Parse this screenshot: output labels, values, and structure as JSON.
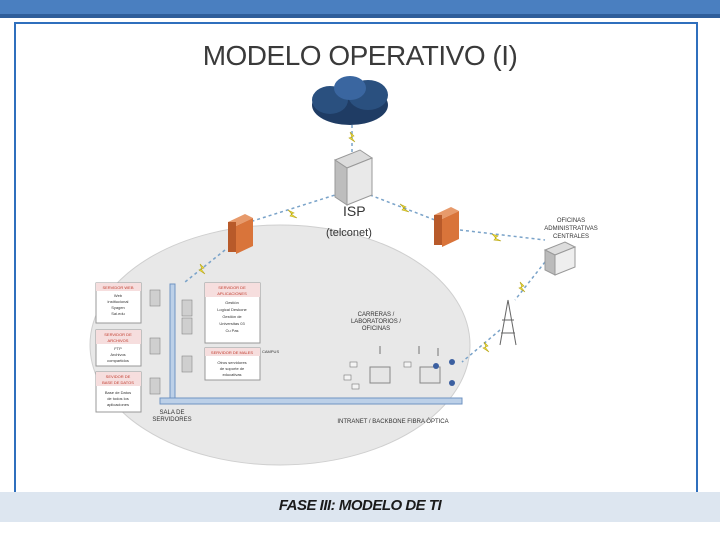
{
  "title": "MODELO OPERATIVO (I)",
  "footer": "FASE III: MODELO DE  TI",
  "diagram": {
    "isp_label": "ISP",
    "isp_sub": "(telconet)",
    "oficinas": [
      "OFICINAS",
      "ADMINISTRATIVAS",
      "CENTRALES"
    ],
    "servers_left": [
      {
        "title": [
          "SERVIDOR WEB"
        ],
        "body": [
          "Web",
          "institucional",
          "Syagen",
          "Sai.edu"
        ]
      },
      {
        "title": [
          "SERVIDOR DE",
          "ARCHIVOS"
        ],
        "body": [
          "FTP",
          "Archivos",
          "compartidos"
        ]
      },
      {
        "title": [
          "SEVIDOR DE",
          "BASE DE DATOS"
        ],
        "body": [
          "Base de Datos",
          "de todos los",
          "aplicaciones"
        ]
      }
    ],
    "servers_right": [
      {
        "title": [
          "SERVIDOR DE",
          "APLICACIONES"
        ],
        "body": [
          "Gestión",
          "Logical Deskone",
          "Gestión de",
          "Universitas 03",
          "Cu Pas"
        ]
      },
      {
        "title": [
          "SERVIDOR DE MALES"
        ],
        "body": [
          "Otros servidores",
          "de soporte de",
          "educativas"
        ]
      }
    ],
    "campus": "CAMPUS",
    "sala": [
      "SALA DE",
      "SERVIDORES"
    ],
    "carreras": [
      "CARRERAS /",
      "LABORATORIOS /",
      "OFICINAS"
    ],
    "intranet": "INTRANET / BACKBONE FIBRA ÓPTICA"
  },
  "colors": {
    "accent": "#2f6fbd",
    "firewall": "#d9743a",
    "header_red": "#c0392b"
  }
}
